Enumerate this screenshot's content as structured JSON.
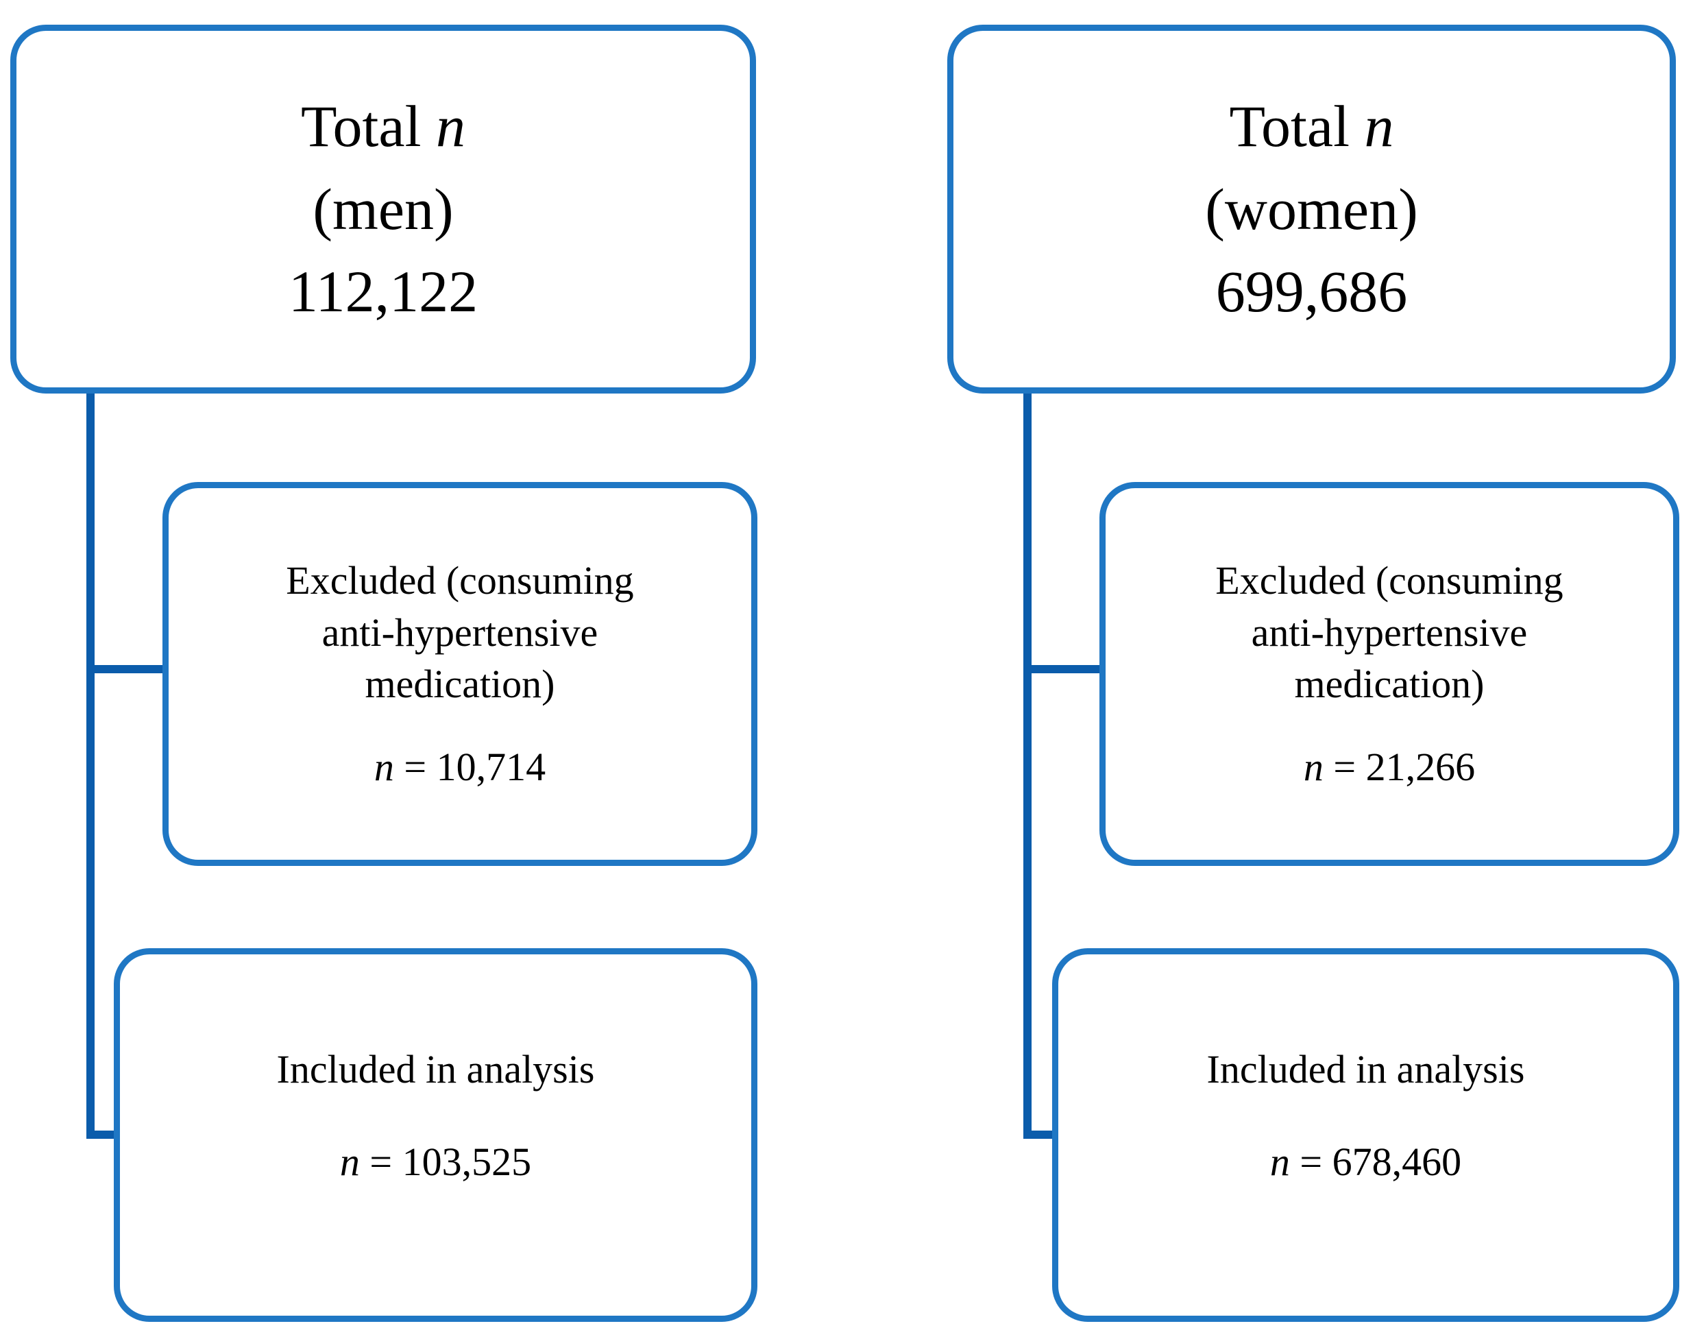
{
  "diagram": {
    "type": "flowchart",
    "orientation": "two-column-parallel",
    "colors": {
      "box_border": "#1F77C4",
      "connector_line": "#0B5CAB",
      "box_fill": "#FFFFFF",
      "text": "#000000"
    },
    "columns": [
      {
        "id": "men",
        "nodes": [
          {
            "id": "total-men",
            "role": "total",
            "lines": [
              "Total n",
              "(men)",
              "112,122"
            ],
            "label_line1_prefix": "Total ",
            "label_line1_italic": "n",
            "label_line2": "(men)",
            "value": "112,122"
          },
          {
            "id": "excluded-men",
            "role": "excluded",
            "lines": [
              "Excluded (consuming",
              "anti-hypertensive",
              "medication)"
            ],
            "line1": "Excluded (consuming",
            "line2": "anti-hypertensive",
            "line3": "medication)",
            "count_italic": "n",
            "count_rest": " = 10,714",
            "count_value": "10,714"
          },
          {
            "id": "included-men",
            "role": "included",
            "line1": "Included in analysis",
            "count_italic": "n",
            "count_rest": " = 103,525",
            "count_value": "103,525"
          }
        ]
      },
      {
        "id": "women",
        "nodes": [
          {
            "id": "total-women",
            "role": "total",
            "lines": [
              "Total n",
              "(women)",
              "699,686"
            ],
            "label_line1_prefix": "Total ",
            "label_line1_italic": "n",
            "label_line2": "(women)",
            "value": "699,686"
          },
          {
            "id": "excluded-women",
            "role": "excluded",
            "lines": [
              "Excluded (consuming",
              "anti-hypertensive",
              "medication)"
            ],
            "line1": "Excluded (consuming",
            "line2": "anti-hypertensive",
            "line3": "medication)",
            "count_italic": "n",
            "count_rest": " = 21,266",
            "count_value": "21,266"
          },
          {
            "id": "included-women",
            "role": "included",
            "line1": "Included in analysis",
            "count_italic": "n",
            "count_rest": " = 678,460",
            "count_value": "678,460"
          }
        ]
      }
    ]
  }
}
